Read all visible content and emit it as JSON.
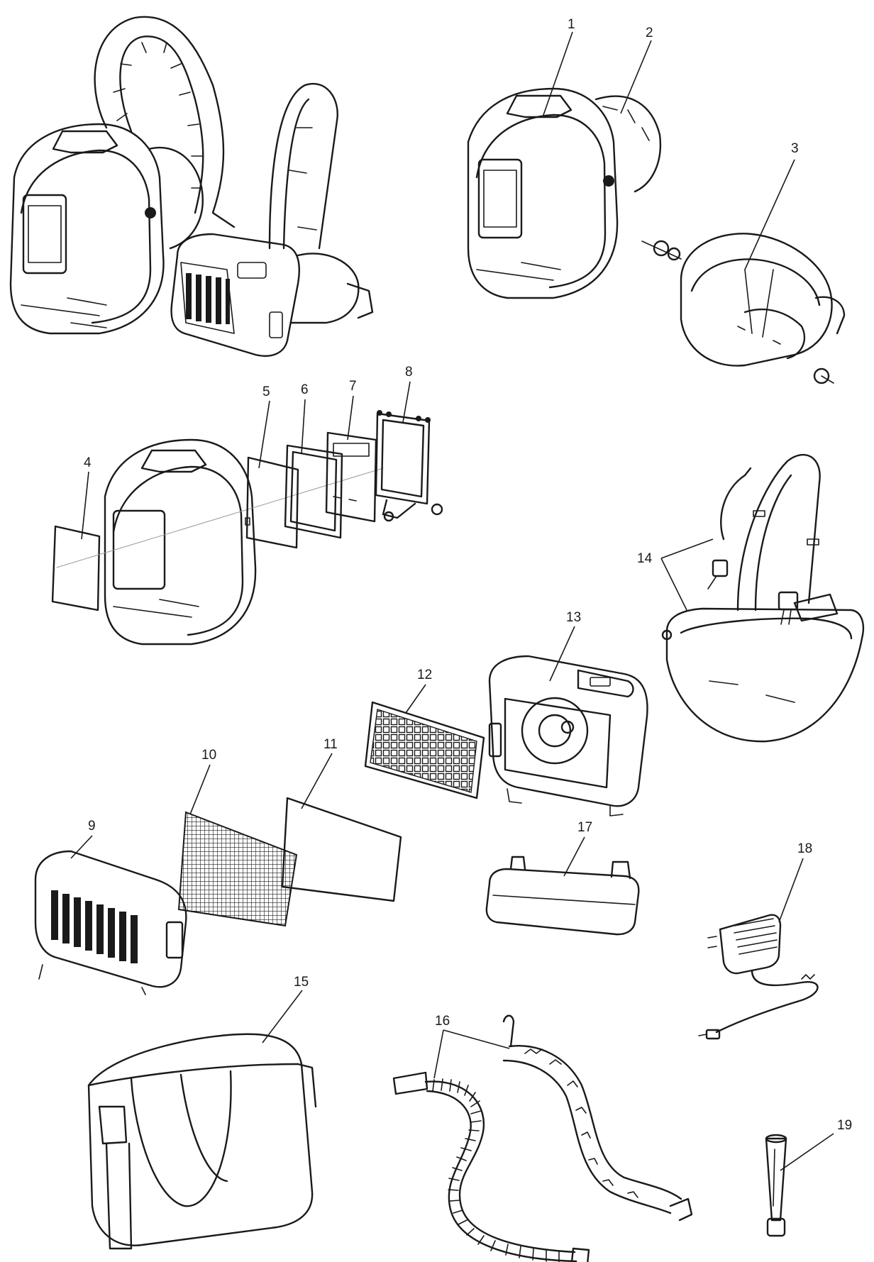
{
  "parts": [
    {
      "id": "1",
      "label": "1"
    },
    {
      "id": "2",
      "label": "2"
    },
    {
      "id": "3",
      "label": "3"
    },
    {
      "id": "4",
      "label": "4"
    },
    {
      "id": "5",
      "label": "5"
    },
    {
      "id": "6",
      "label": "6"
    },
    {
      "id": "7",
      "label": "7"
    },
    {
      "id": "8",
      "label": "8"
    },
    {
      "id": "9",
      "label": "9"
    },
    {
      "id": "10",
      "label": "10"
    },
    {
      "id": "11",
      "label": "11"
    },
    {
      "id": "12",
      "label": "12"
    },
    {
      "id": "13",
      "label": "13"
    },
    {
      "id": "14",
      "label": "14"
    },
    {
      "id": "15",
      "label": "15"
    },
    {
      "id": "16",
      "label": "16"
    },
    {
      "id": "17",
      "label": "17"
    },
    {
      "id": "18",
      "label": "18"
    },
    {
      "id": "19",
      "label": "19"
    }
  ],
  "colors": {
    "line": "#1a1a1a",
    "background": "#ffffff"
  }
}
